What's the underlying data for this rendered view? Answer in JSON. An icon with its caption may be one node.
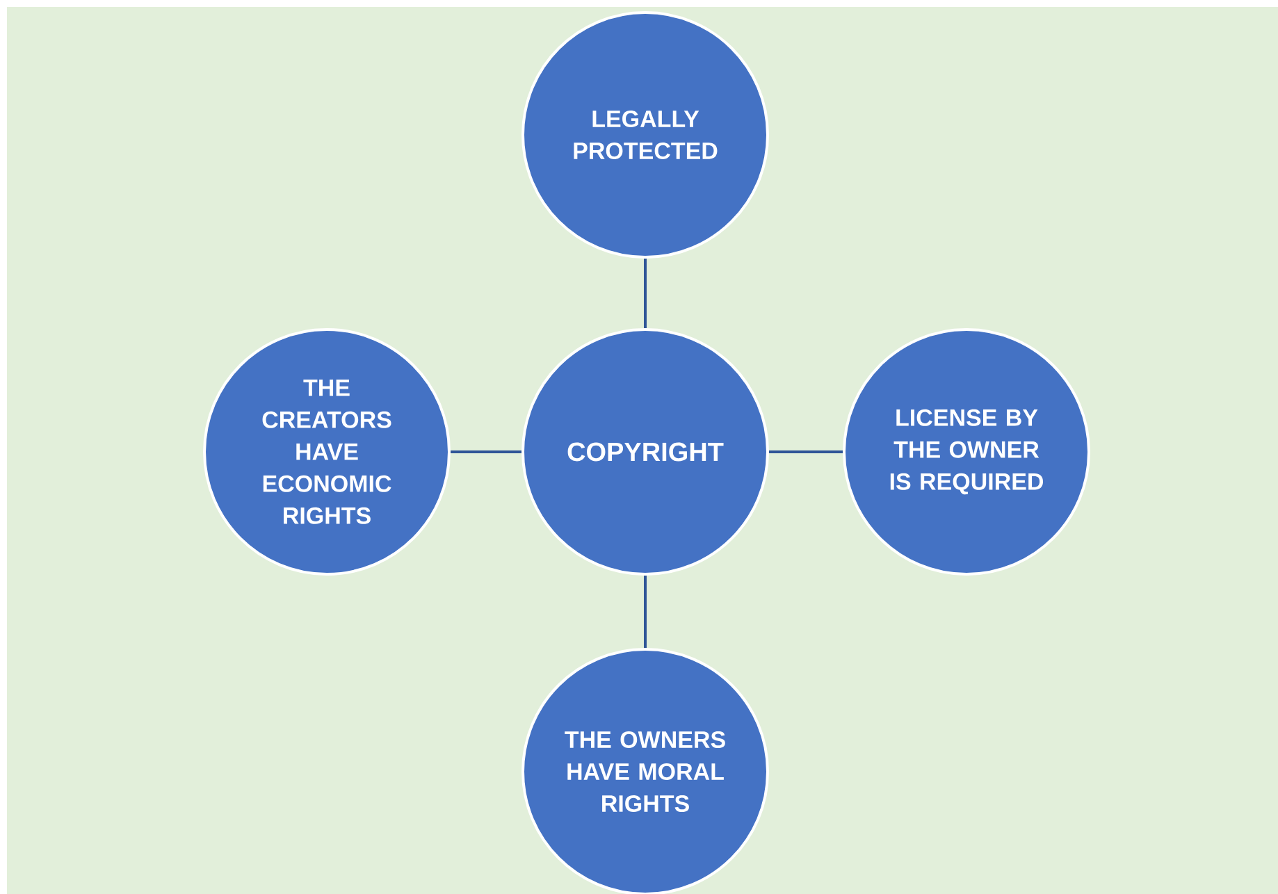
{
  "diagram": {
    "nodes": [
      {
        "text": [
          "LEGALLY PROTECTED"
        ]
      },
      {
        "text": [
          "COPYRIGHT"
        ]
      },
      {
        "text": [
          "THE CREATORS HAVE ECONOMIC RIGHTS"
        ]
      },
      {
        "text": [
          "LICENSE BY THE OWNER IS REQUIRED"
        ]
      },
      {
        "text": [
          "THE OWNERS HAVE MORAL RIGHTS"
        ]
      }
    ],
    "edges": [
      {
        "from": 1,
        "to": 0,
        "arrow": "none"
      },
      {
        "from": 1,
        "to": 2,
        "arrow": "none"
      },
      {
        "from": 1,
        "to": 3,
        "arrow": "none"
      },
      {
        "from": 1,
        "to": 4,
        "arrow": "none"
      }
    ]
  }
}
